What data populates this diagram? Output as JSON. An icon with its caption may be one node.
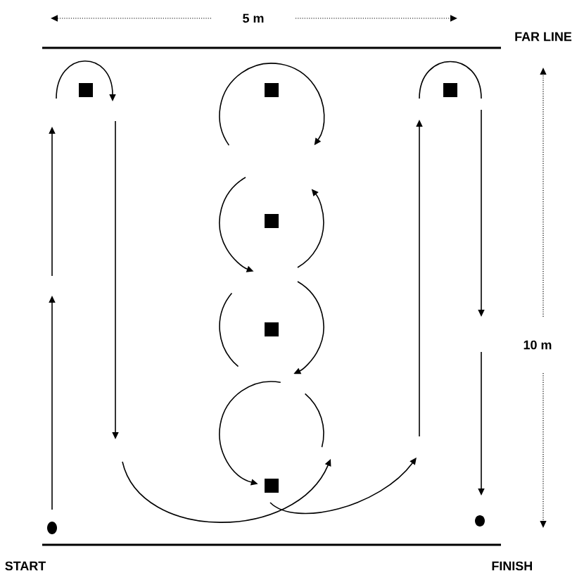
{
  "diagram": {
    "labels": [
      "5 m",
      "FAR LINE",
      "10 m",
      "START",
      "FINISH"
    ]
  }
}
